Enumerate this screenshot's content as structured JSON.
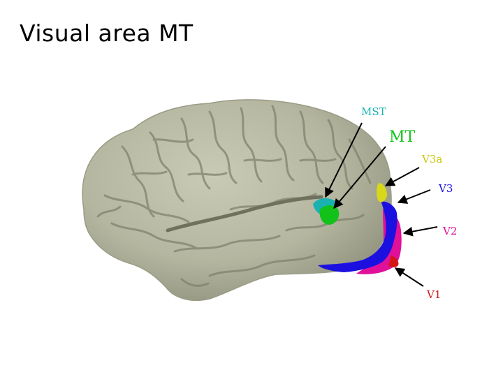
{
  "slide": {
    "title": "Visual area MT"
  },
  "labels": {
    "mst": "MST",
    "mt": "MT",
    "v3a": "V3a",
    "v3": "V3",
    "v2": "V2",
    "v1": "V1"
  },
  "colors": {
    "brain_surface": "#b9baa4",
    "brain_shadow": "#7f816c",
    "mst": "#1ab1b1",
    "mt": "#12c21a",
    "v3a": "#d8d81a",
    "v3": "#1b10e0",
    "v2": "#e0109a",
    "v1": "#d41616",
    "arrow": "#000000"
  }
}
